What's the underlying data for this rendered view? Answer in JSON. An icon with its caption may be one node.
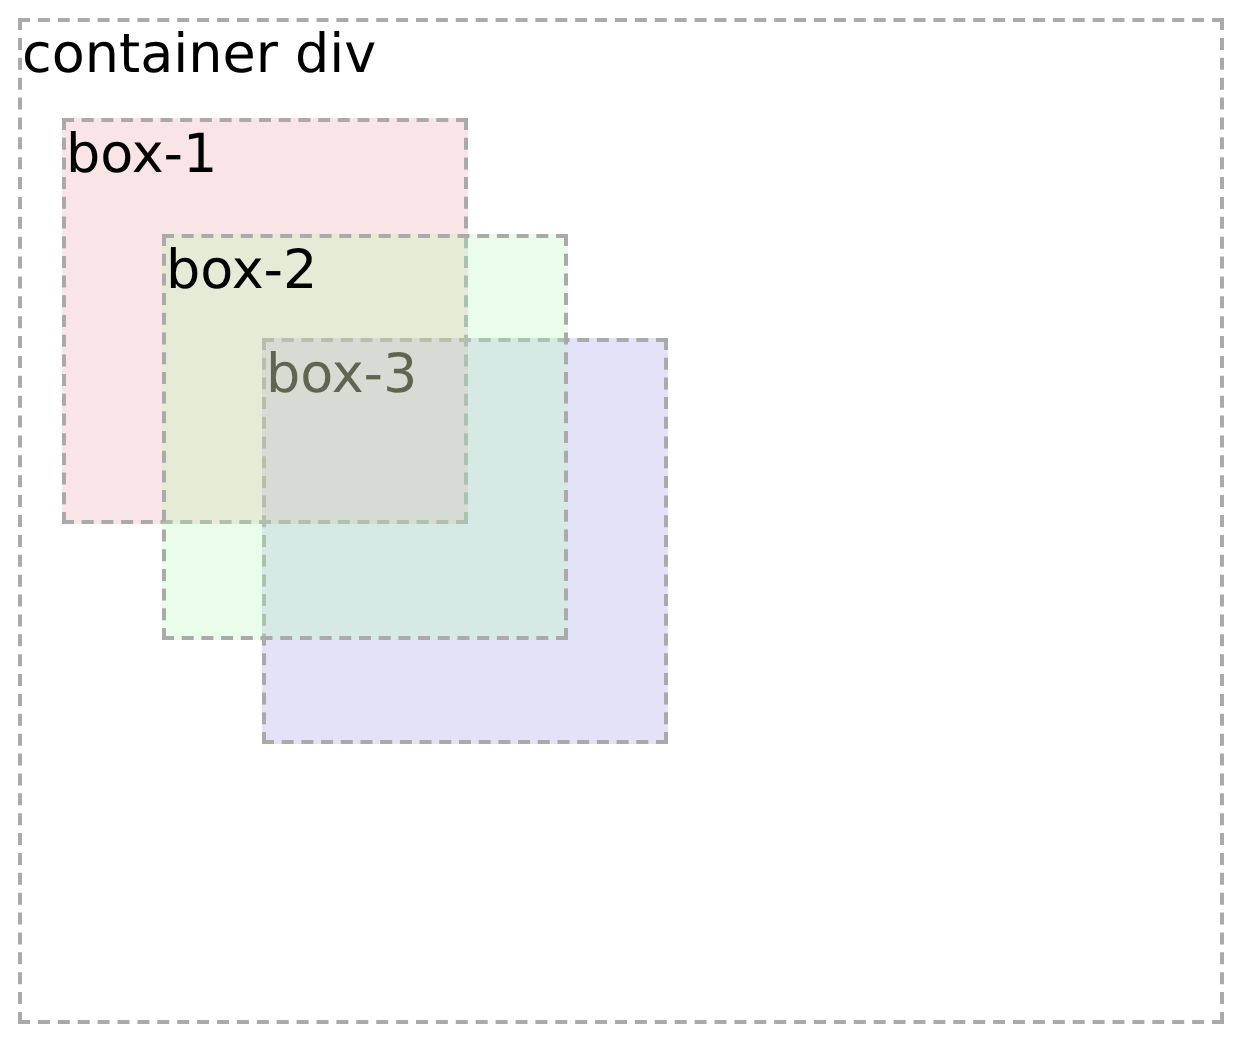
{
  "diagram": {
    "nodes": [
      {
        "text": [
          "container div"
        ]
      },
      {
        "text": [
          "box-1"
        ],
        "in": 0
      },
      {
        "text": [
          "box-2"
        ],
        "in": 0
      },
      {
        "text": [
          "box-3"
        ],
        "in": 0
      }
    ]
  }
}
